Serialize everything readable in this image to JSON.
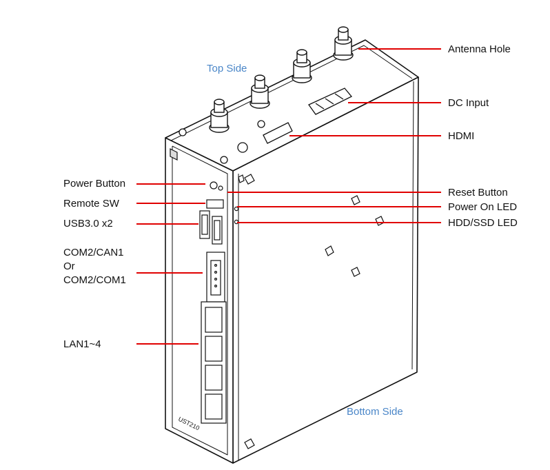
{
  "side_labels": {
    "top": "Top Side",
    "bottom": "Bottom Side"
  },
  "labels_left": {
    "power_button": "Power Button",
    "remote_sw": "Remote SW",
    "usb": "USB3.0 x2",
    "com_line1": "COM2/CAN1",
    "com_line2": "Or",
    "com_line3": "COM2/COM1",
    "lan": "LAN1~4"
  },
  "labels_right": {
    "antenna": "Antenna Hole",
    "dc_input": "DC Input",
    "hdmi": "HDMI",
    "reset": "Reset Button",
    "power_led": "Power On LED",
    "hdd_led": "HDD/SSD LED"
  },
  "device_marking": "UST210",
  "colors": {
    "leader_line": "#e00000",
    "side_label": "#4a86c8",
    "outline": "#111111"
  }
}
